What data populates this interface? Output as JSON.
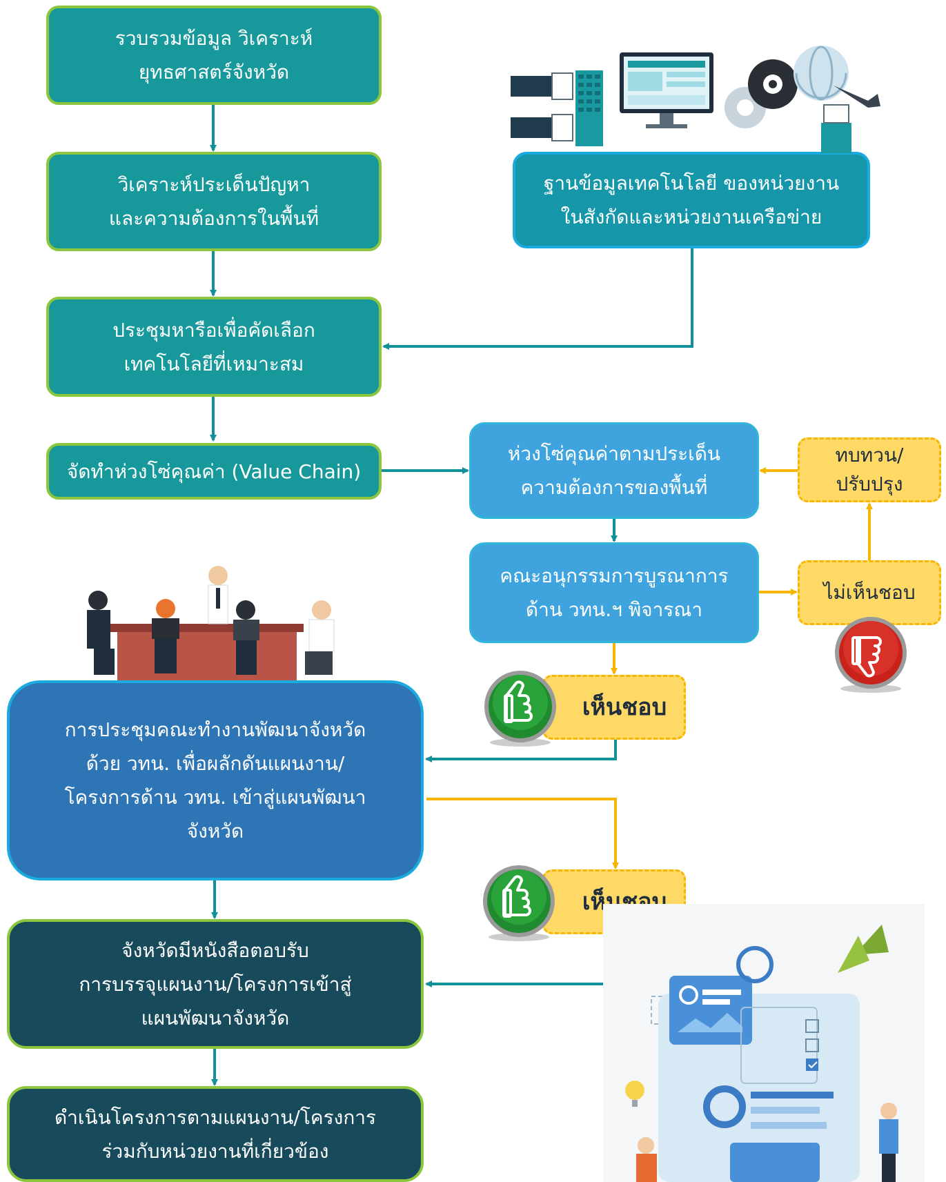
{
  "steps": {
    "s1": [
      "รวบรวมข้อมูล วิเคราะห์",
      "ยุทธศาสตร์จังหวัด"
    ],
    "s2": [
      "วิเคราะห์ประเด็นปัญหา",
      "และความต้องการในพื้นที่"
    ],
    "s3": [
      "ประชุมหารือเพื่อคัดเลือก",
      "เทคโนโลยีที่เหมาะสม"
    ],
    "s4": [
      "จัดทำห่วงโซ่คุณค่า (Value Chain)"
    ],
    "tech_db": [
      "ฐานข้อมูลเทคโนโลยี ของหน่วยงาน",
      "ในสังกัดและหน่วยงานเครือข่าย"
    ],
    "value_chain_issue": [
      "ห่วงโซ่คุณค่าตามประเด็น",
      "ความต้องการของพื้นที่"
    ],
    "committee": [
      "คณะอนุกรรมการบูรณาการ",
      "ด้าน วทน.ฯ พิจารณา"
    ],
    "review": [
      "ทบทวน/",
      "ปรับปรุง"
    ],
    "disagree": "ไม่เห็นชอบ",
    "agree_1": "เห็นชอบ",
    "agree_2": "เห็นชอบ",
    "meeting": [
      "การประชุมคณะทำงานพัฒนาจังหวัด",
      "ด้วย วทน. เพื่อผลักดันแผนงาน/",
      "โครงการด้าน วทน. เข้าสู่แผนพัฒนา",
      "จังหวัด"
    ],
    "province_letter": [
      "จังหวัดมีหนังสือตอบรับ",
      "การบรรจุแผนงาน/โครงการเข้าสู่",
      "แผนพัฒนาจังหวัด"
    ],
    "implement": [
      "ดำเนินโครงการตามแผนงาน/โครงการ",
      "ร่วมกับหน่วยงานที่เกี่ยวข้อง"
    ]
  },
  "colors": {
    "teal": "#17999B",
    "dark_teal": "#174A5A",
    "light_blue": "#3FA4DE",
    "mid_blue": "#2E75B6",
    "yellow": "#FFD966",
    "arrow_teal": "#12909A",
    "arrow_yellow": "#F5B500",
    "green_border": "#8CC63F"
  },
  "icons": [
    "thumbs-up-icon",
    "thumbs-down-icon",
    "technology-illustration",
    "team-meeting-illustration",
    "dashboard-illustration"
  ]
}
